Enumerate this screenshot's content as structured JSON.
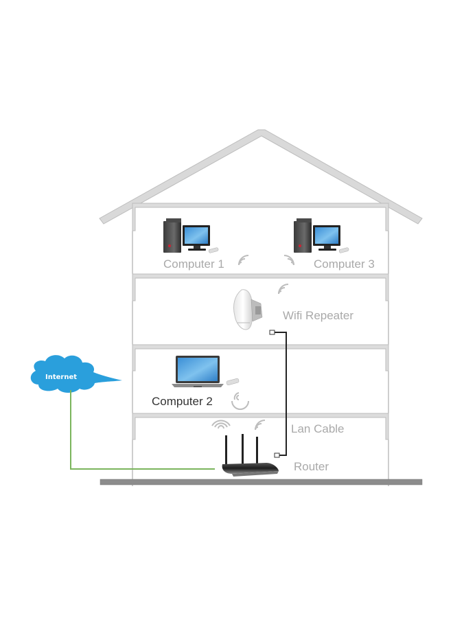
{
  "diagram": {
    "title": "",
    "colors": {
      "house_outline": "#d4d4d4",
      "house_outline_edge": "#b8b8b8",
      "wall_line": "#9c9c9c",
      "ground": "#8c8c8c",
      "label_text": "#a9a9a9",
      "label_text_dark": "#333333",
      "cloud": "#2a9fdc",
      "internet_line": "#7ab55c",
      "lan_cable": "#222222",
      "wifi_icon": "#bdbdbd"
    },
    "floors": [
      {
        "name": "top-floor",
        "devices": [
          {
            "id": "computer-1",
            "type": "desktop-computer",
            "label": "Computer 1",
            "wifi_adapter": true
          },
          {
            "id": "computer-3",
            "type": "desktop-computer",
            "label": "Computer 3",
            "wifi_adapter": true
          }
        ]
      },
      {
        "name": "third-floor",
        "devices": [
          {
            "id": "wifi-repeater",
            "type": "wifi-repeater",
            "label": "Wifi Repeater"
          }
        ]
      },
      {
        "name": "second-floor",
        "devices": [
          {
            "id": "computer-2",
            "type": "laptop",
            "label": "Computer 2",
            "wifi_adapter": true
          }
        ]
      },
      {
        "name": "ground-floor",
        "devices": [
          {
            "id": "router",
            "type": "wireless-router",
            "label": "Router"
          }
        ],
        "annotations": [
          {
            "id": "lan-cable",
            "label": "Lan Cable"
          }
        ]
      }
    ],
    "external": {
      "internet": {
        "label": "Internet",
        "icon": "cloud-icon"
      }
    },
    "connections": [
      {
        "from": "internet",
        "to": "router",
        "medium": "wired",
        "label": ""
      },
      {
        "from": "router",
        "to": "wifi-repeater",
        "medium": "lan-cable",
        "label": "Lan Cable"
      },
      {
        "from": "router",
        "to": "computer-2",
        "medium": "wifi"
      },
      {
        "from": "wifi-repeater",
        "to": "computer-1",
        "medium": "wifi"
      },
      {
        "from": "wifi-repeater",
        "to": "computer-3",
        "medium": "wifi"
      }
    ]
  }
}
